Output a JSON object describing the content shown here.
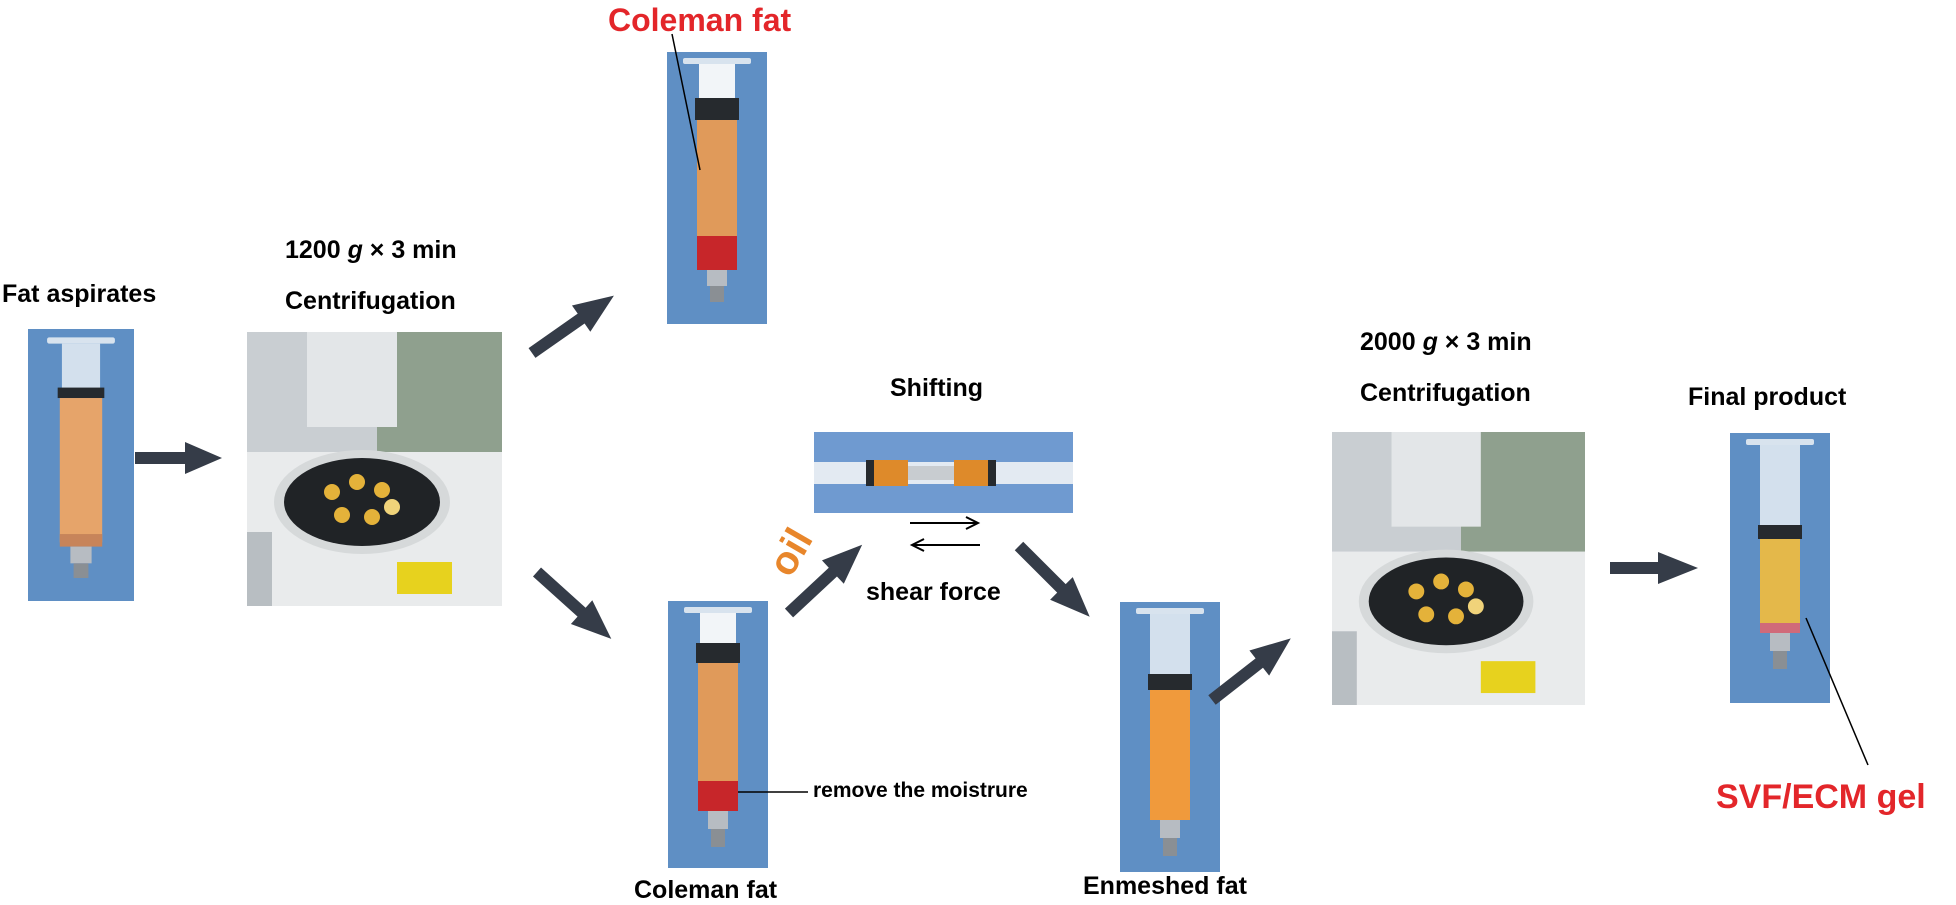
{
  "labels": {
    "coleman_fat_top": "Coleman fat",
    "fat_aspirates": "Fat aspirates",
    "step1_speed_prefix": "1200 ",
    "step1_speed_g": "g",
    "step1_speed_suffix": " × 3 min",
    "step1_name": "Centrifugation",
    "shifting": "Shifting",
    "oil": "oil",
    "shear_force": "shear force",
    "remove_moisture": "remove the moistrure",
    "coleman_fat_bottom": "Coleman fat",
    "enmeshed_fat": "Enmeshed fat",
    "step2_speed_prefix": "2000 ",
    "step2_speed_g": "g",
    "step2_speed_suffix": " × 3 min",
    "step2_name": "Centrifugation",
    "final_product": "Final product",
    "svf_ecm_gel": "SVF/ECM gel"
  },
  "colors": {
    "accent_red": "#e3262a",
    "oil_orange": "#e8862b",
    "arrow": "#353c48",
    "photo_blue": "#5f8fc4"
  }
}
